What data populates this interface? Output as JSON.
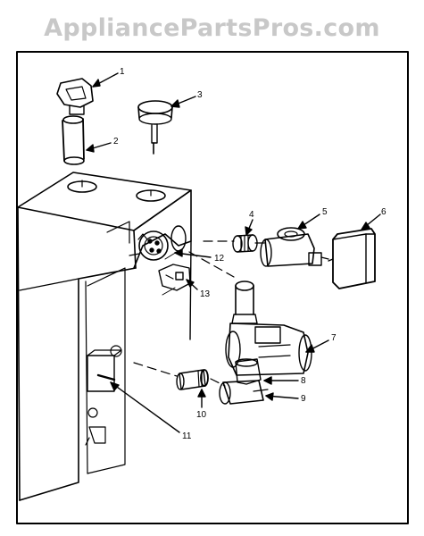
{
  "watermark": "AppliancePartsPros.com",
  "callouts": {
    "c1": "1",
    "c2": "2",
    "c3": "3",
    "c4": "4",
    "c5": "5",
    "c6": "6",
    "c7": "7",
    "c8": "8",
    "c9": "9",
    "c10": "10",
    "c11": "11",
    "c12": "12",
    "c13": "13"
  },
  "colors": {
    "line": "#000000",
    "frame": "#000000",
    "watermark": "#c8c8c8",
    "background": "#ffffff"
  }
}
